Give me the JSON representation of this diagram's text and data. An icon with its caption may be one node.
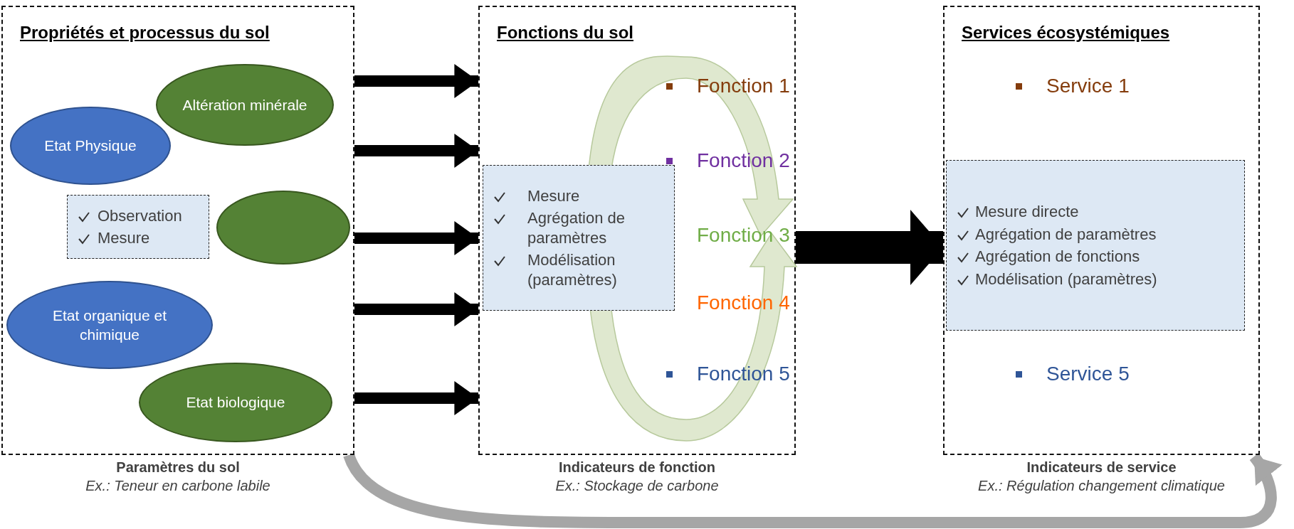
{
  "diagram": {
    "nodes": [
      {
        "text": [
          "Propriétés et processus du sol"
        ],
        "beside": [
          "Paramètres du sol",
          "Ex.: Teneur en carbone labile"
        ]
      },
      {
        "text": [
          "Altération minérale"
        ],
        "in": 0
      },
      {
        "text": [
          "Etat Physique"
        ],
        "in": 0
      },
      {
        "text": [],
        "shape": "circle",
        "in": 0
      },
      {
        "text": [
          "Observation",
          "Mesure"
        ],
        "in": 0
      },
      {
        "text": [
          "Etat organique et chimique"
        ],
        "in": 0
      },
      {
        "text": [
          "Etat biologique"
        ],
        "in": 0
      },
      {
        "text": [
          "Fonctions du sol"
        ],
        "beside": [
          "Indicateurs de fonction",
          "Ex.: Stockage de carbone"
        ]
      },
      {
        "text": [
          "Mesure",
          "Agrégation de paramètres",
          "Modélisation (paramètres)"
        ],
        "in": 7
      },
      {
        "text": [
          "Services écosystémiques"
        ],
        "beside": [
          "Indicateurs de service",
          "Ex.: Régulation changement climatique"
        ]
      },
      {
        "text": [
          "Mesure directe",
          "Agrégation de paramètres",
          "Agrégation de fonctions",
          "Modélisation (paramètres)"
        ],
        "in": 9
      }
    ],
    "edges": [
      {
        "from": 0,
        "to": 7,
        "arrow": "to"
      },
      {
        "from": 0,
        "to": 7,
        "arrow": "to"
      },
      {
        "from": 0,
        "to": 7,
        "arrow": "to"
      },
      {
        "from": 0,
        "to": 7,
        "arrow": "to"
      },
      {
        "from": 0,
        "to": 7,
        "arrow": "to"
      },
      {
        "from": 7,
        "to": 9,
        "arrow": "to",
        "style": "thick"
      },
      {
        "from": 0,
        "to": 9,
        "arrow": "to",
        "color": "#a6a6a6"
      }
    ],
    "labels": [
      "Fonction 1",
      "Fonction 2",
      "Fonction 3",
      "Fonction 4",
      "Fonction 5",
      "Service 1",
      "Service 5"
    ]
  }
}
